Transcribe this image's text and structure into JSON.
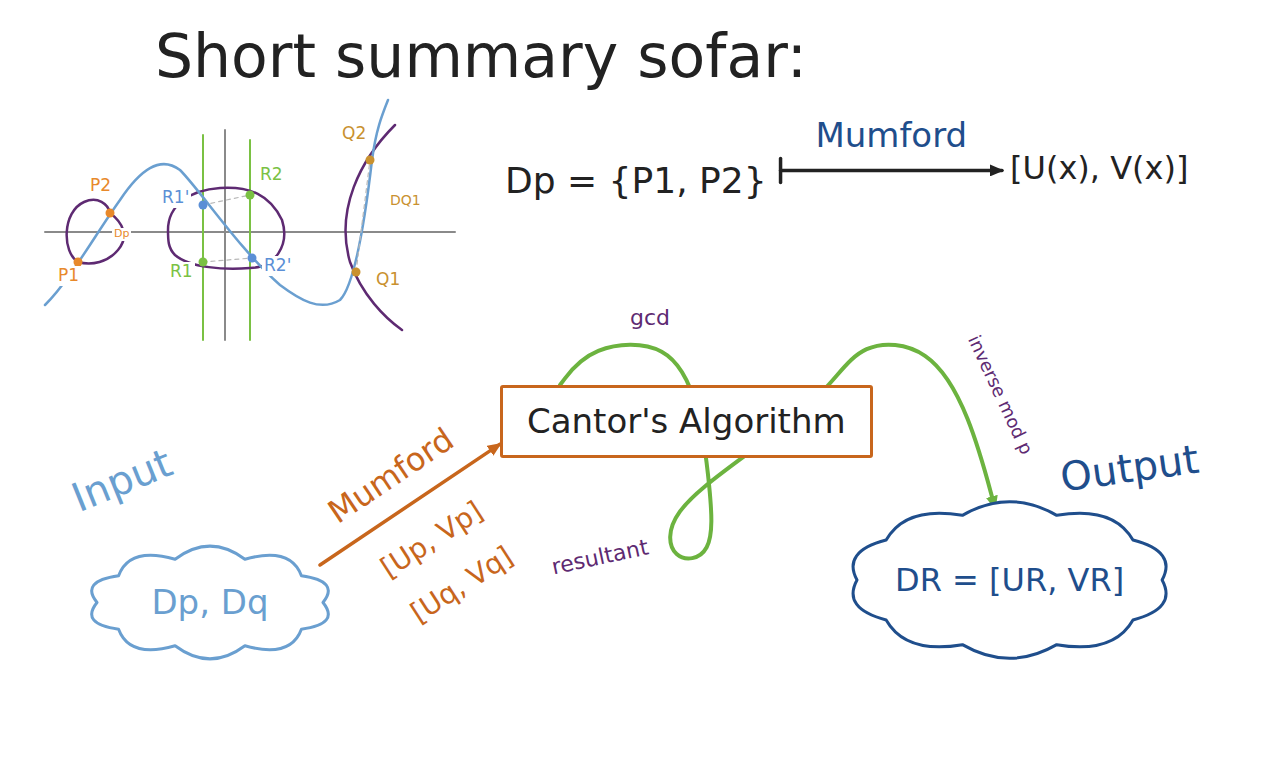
{
  "diagram": {
    "title": "Short summary sofar:",
    "nodes": [
      {
        "text": [
          "Dp = {P1, P2}"
        ]
      },
      {
        "text": [
          "[U(x), V(x)]"
        ]
      },
      {
        "text": [
          "Cantor's Algorithm"
        ]
      },
      {
        "text": [
          "Input",
          "Dp, Dq"
        ]
      },
      {
        "text": [
          "Output",
          "DR = [UR, VR]"
        ]
      }
    ],
    "edges": [
      {
        "from": 0,
        "to": 1,
        "arrow": "to",
        "label": "Mumford"
      },
      {
        "from": 3,
        "to": 2,
        "arrow": "to",
        "label": "Mumford"
      },
      {
        "from": 2,
        "to": 4,
        "arrow": "to"
      }
    ],
    "labels": [
      "P2",
      "P1",
      "Dp",
      "R1'",
      "R2",
      "R1",
      "R2'",
      "Q2",
      "Q1",
      "DQ1",
      "[Up, Vp]",
      "[Uq, Vq]",
      "gcd",
      "resultant",
      "inverse mod p"
    ]
  }
}
